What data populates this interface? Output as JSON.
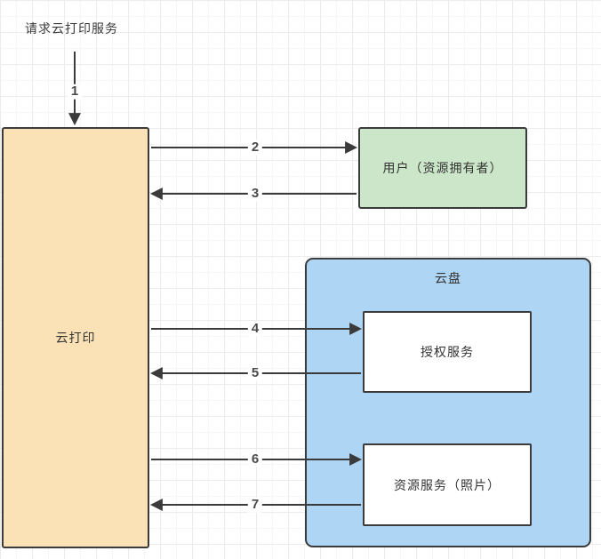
{
  "diagram": {
    "annotation": "请求云打印服务",
    "nodes": {
      "cloud_print": {
        "label": "云打印",
        "fill": "#fbe2b6"
      },
      "user": {
        "label": "用户（资源拥有者）",
        "fill": "#cbe6c8"
      },
      "cloud_disk": {
        "label": "云盘",
        "fill": "#aed5f3"
      },
      "auth_service": {
        "label": "授权服务",
        "fill": "#ffffff"
      },
      "resource_service": {
        "label": "资源服务（照片）",
        "fill": "#ffffff"
      }
    },
    "arrows": [
      {
        "label": "1",
        "from": "annotation-request",
        "to": "cloud_print",
        "direction": "down"
      },
      {
        "label": "2",
        "from": "cloud_print",
        "to": "user",
        "direction": "right"
      },
      {
        "label": "3",
        "from": "user",
        "to": "cloud_print",
        "direction": "left"
      },
      {
        "label": "4",
        "from": "cloud_print",
        "to": "auth_service",
        "direction": "right"
      },
      {
        "label": "5",
        "from": "auth_service",
        "to": "cloud_print",
        "direction": "left"
      },
      {
        "label": "6",
        "from": "cloud_print",
        "to": "resource_service",
        "direction": "right"
      },
      {
        "label": "7",
        "from": "resource_service",
        "to": "cloud_print",
        "direction": "left"
      }
    ],
    "colors": {
      "line": "#3b3b3b",
      "border": "#3b3b3b",
      "text": "#333333",
      "canvas": "#ffffff"
    }
  }
}
